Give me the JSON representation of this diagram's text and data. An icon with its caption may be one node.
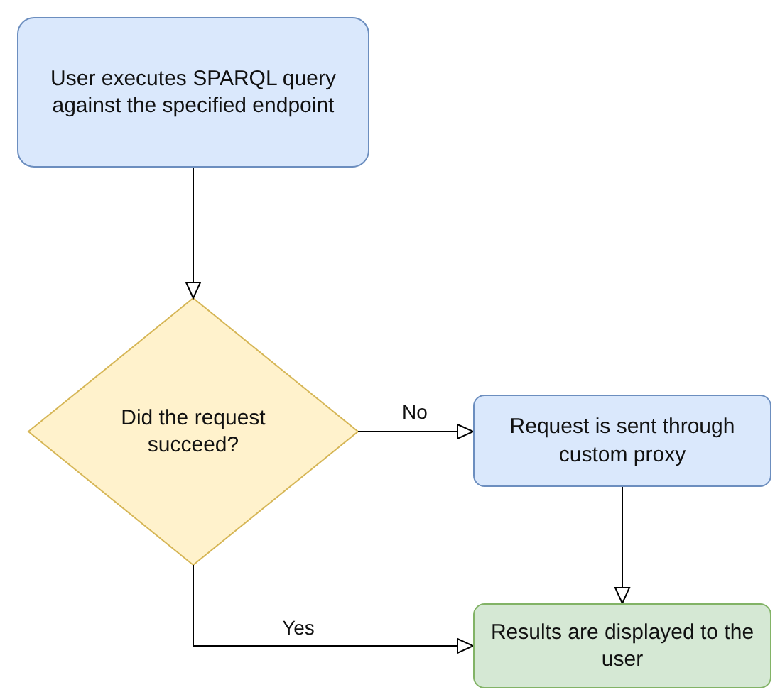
{
  "diagram": {
    "nodes": [
      {
        "text": [
          "User executes SPARQL query against the specified endpoint"
        ]
      },
      {
        "text": [
          "Did the request succeed?"
        ]
      },
      {
        "text": [
          "Request is sent through custom proxy"
        ]
      },
      {
        "text": [
          "Results are displayed to the user"
        ]
      }
    ],
    "edges": [
      {
        "from": 0,
        "to": 1,
        "arrow": "to"
      },
      {
        "from": 1,
        "to": 2,
        "arrow": "to",
        "label": "No"
      },
      {
        "from": 1,
        "to": 3,
        "arrow": "to",
        "label": "Yes"
      },
      {
        "from": 2,
        "to": 3,
        "arrow": "to"
      }
    ]
  }
}
